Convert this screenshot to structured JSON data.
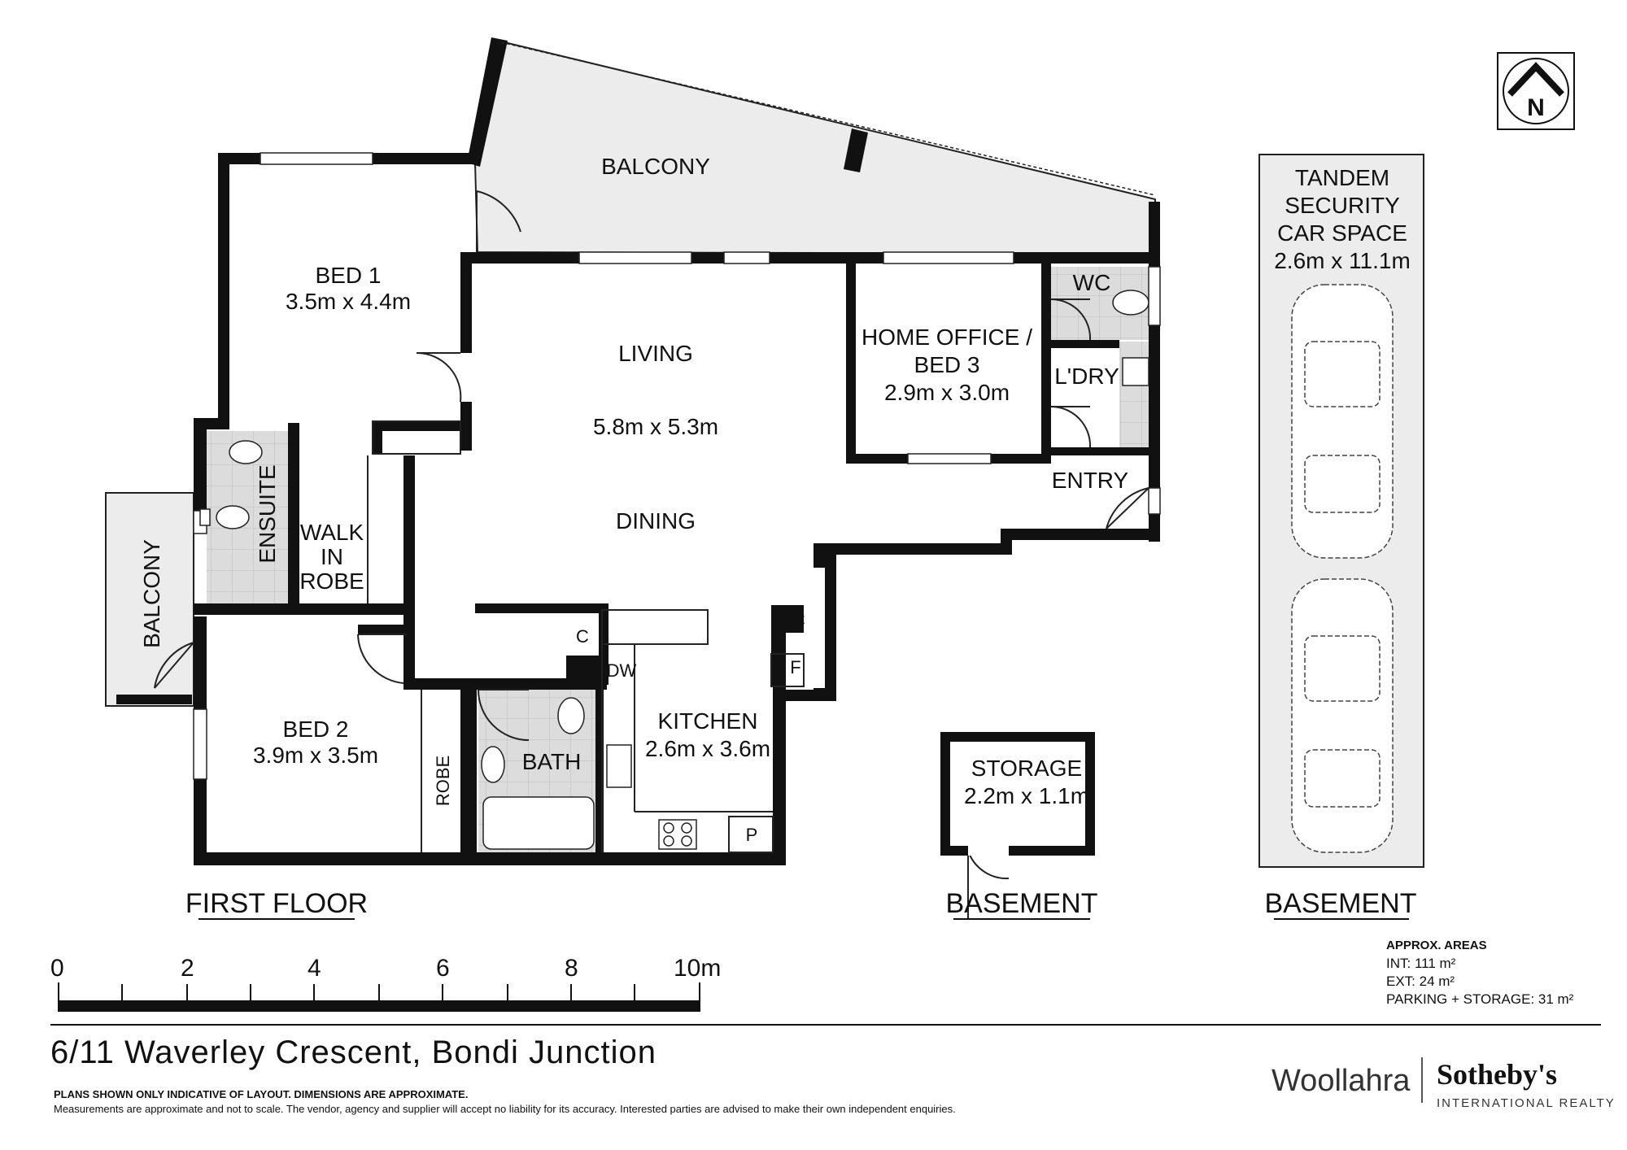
{
  "rooms": {
    "balcony_top": "BALCONY",
    "bed1": "BED 1",
    "bed1_dim": "3.5m x 4.4m",
    "living": "LIVING",
    "living_dim": "5.8m x 5.3m",
    "dining": "DINING",
    "office_1": "HOME OFFICE /",
    "office_2": "BED 3",
    "office_dim": "2.9m x 3.0m",
    "wc": "WC",
    "laundry": "L'DRY",
    "entry": "ENTRY",
    "ensuite": "ENSUITE",
    "walkin_1": "WALK",
    "walkin_2": "IN",
    "walkin_3": "ROBE",
    "balcony_side": "BALCONY",
    "bed2": "BED 2",
    "bed2_dim": "3.9m x 3.5m",
    "robe": "ROBE",
    "bath": "BATH",
    "kitchen": "KITCHEN",
    "kitchen_dim": "2.6m x 3.6m",
    "dw": "DW",
    "c": "C",
    "f": "F",
    "p": "P",
    "storage": "STORAGE",
    "storage_dim": "2.2m x 1.1m",
    "car_1": "TANDEM",
    "car_2": "SECURITY",
    "car_3": "CAR SPACE",
    "car_dim": "2.6m x 11.1m"
  },
  "headings": {
    "first_floor": "FIRST FLOOR",
    "basement_storage": "BASEMENT",
    "basement_car": "BASEMENT"
  },
  "scale": {
    "ticks": [
      "0",
      "2",
      "4",
      "6",
      "8",
      "10m"
    ]
  },
  "compass": {
    "letter": "N",
    "icon": "north-arrow-icon"
  },
  "areas": {
    "title": "APPROX. AREAS",
    "int": "INT: 111 m²",
    "ext": "EXT: 24 m²",
    "parking": "PARKING + STORAGE: 31 m²"
  },
  "address": "6/11 Waverley Crescent, Bondi Junction",
  "disclaimer": {
    "line1": "PLANS SHOWN ONLY INDICATIVE OF LAYOUT. DIMENSIONS ARE APPROXIMATE.",
    "line2": "Measurements are approximate and not to scale. The vendor, agency and supplier will accept no liability for its accuracy. Interested parties are advised to make their own independent enquiries."
  },
  "brand": {
    "office": "Woollahra",
    "name": "Sotheby's",
    "tagline": "INTERNATIONAL REALTY"
  },
  "colors": {
    "wall": "#111111",
    "wet_area": "#dcdcdc",
    "balcony": "#ececec"
  }
}
